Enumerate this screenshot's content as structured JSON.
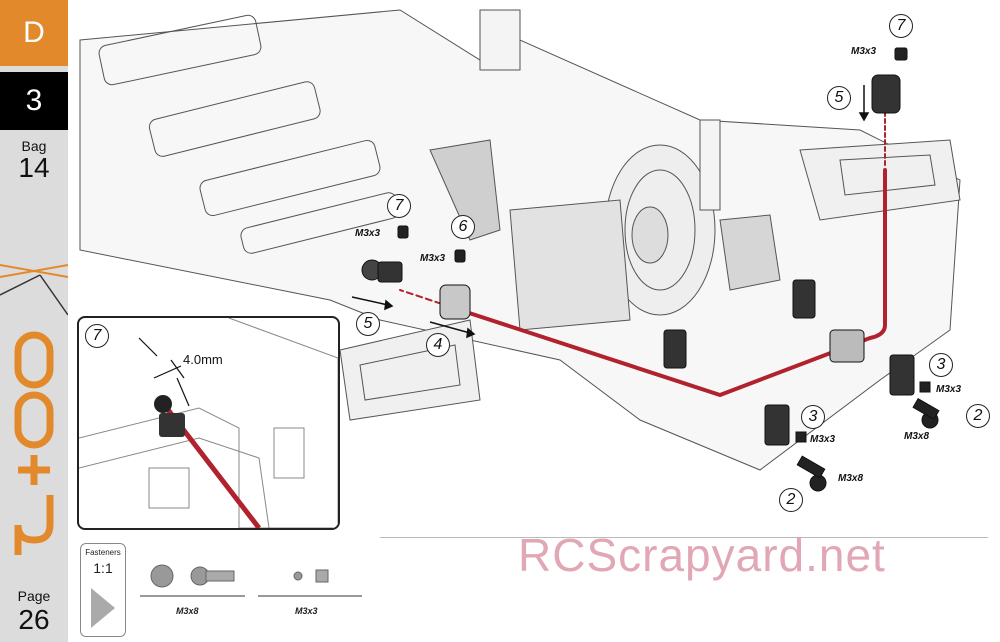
{
  "sidebar": {
    "section": "D",
    "step": "3",
    "bag_label": "Bag",
    "bag_number": "14",
    "page_label": "Page",
    "page_number": "26",
    "brand_colors": {
      "section_tab": "#e28a2b",
      "step_tab": "#000000",
      "logo": "#e28a2b"
    },
    "logo": "logo-icon"
  },
  "callouts": {
    "top_part_number": "7",
    "top_fastener": "M3x3",
    "top_step": "5",
    "left_part_number": "7",
    "left_fastener": "M3x3",
    "mid_part_number": "6",
    "mid_fastener": "M3x3",
    "left_step_5": "5",
    "left_step_4": "4",
    "right_3": "3",
    "right_m3x3": "M3x3",
    "right_2": "2",
    "right_m3x8": "M3x8",
    "bottom_3": "3",
    "bottom_m3x3": "M3x3",
    "bottom_2": "2",
    "bottom_m3x8": "M3x8"
  },
  "inset": {
    "part_number": "7",
    "dimension": "4.0mm"
  },
  "fasteners": {
    "title": "Fasteners",
    "scale": "1:1",
    "items": [
      {
        "label": "M3x8"
      },
      {
        "label": "M3x3"
      }
    ]
  },
  "watermark": "RCScrapyard.net",
  "colors": {
    "antiroll_bar": "#b0222e",
    "outline": "#333333"
  }
}
